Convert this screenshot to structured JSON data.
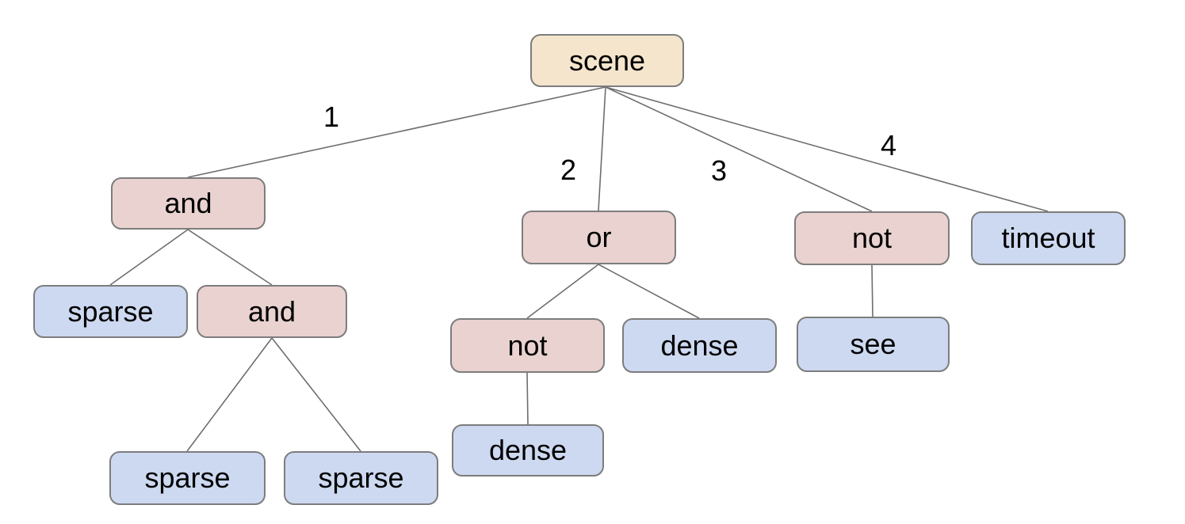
{
  "diagram": {
    "type": "tree",
    "description": "Behavior/expression tree rooted at a scene node with numbered child branches",
    "colors": {
      "root_fill": "#f4e5cc",
      "operator_fill": "#e9d2d0",
      "leaf_fill": "#cdd9f0",
      "node_border": "#7d7d7d",
      "edge_stroke": "#6e6e6e",
      "text": "#000000",
      "background": "#ffffff"
    },
    "nodes": [
      {
        "id": "scene",
        "label": "scene",
        "kind": "root"
      },
      {
        "id": "and-1",
        "label": "and",
        "kind": "operator"
      },
      {
        "id": "or-1",
        "label": "or",
        "kind": "operator"
      },
      {
        "id": "not-1",
        "label": "not",
        "kind": "operator"
      },
      {
        "id": "timeout-1",
        "label": "timeout",
        "kind": "leaf"
      },
      {
        "id": "sparse-1",
        "label": "sparse",
        "kind": "leaf"
      },
      {
        "id": "and-2",
        "label": "and",
        "kind": "operator"
      },
      {
        "id": "not-2",
        "label": "not",
        "kind": "operator"
      },
      {
        "id": "dense-1",
        "label": "dense",
        "kind": "leaf"
      },
      {
        "id": "see-1",
        "label": "see",
        "kind": "leaf"
      },
      {
        "id": "sparse-2",
        "label": "sparse",
        "kind": "leaf"
      },
      {
        "id": "sparse-3",
        "label": "sparse",
        "kind": "leaf"
      },
      {
        "id": "dense-2",
        "label": "dense",
        "kind": "leaf"
      }
    ],
    "edges": [
      {
        "from": "scene",
        "to": "and-1",
        "label": "1"
      },
      {
        "from": "scene",
        "to": "or-1",
        "label": "2"
      },
      {
        "from": "scene",
        "to": "not-1",
        "label": "3"
      },
      {
        "from": "scene",
        "to": "timeout-1",
        "label": "4"
      },
      {
        "from": "and-1",
        "to": "sparse-1",
        "label": ""
      },
      {
        "from": "and-1",
        "to": "and-2",
        "label": ""
      },
      {
        "from": "and-2",
        "to": "sparse-2",
        "label": ""
      },
      {
        "from": "and-2",
        "to": "sparse-3",
        "label": ""
      },
      {
        "from": "or-1",
        "to": "not-2",
        "label": ""
      },
      {
        "from": "or-1",
        "to": "dense-1",
        "label": ""
      },
      {
        "from": "not-2",
        "to": "dense-2",
        "label": ""
      },
      {
        "from": "not-1",
        "to": "see-1",
        "label": ""
      }
    ]
  }
}
